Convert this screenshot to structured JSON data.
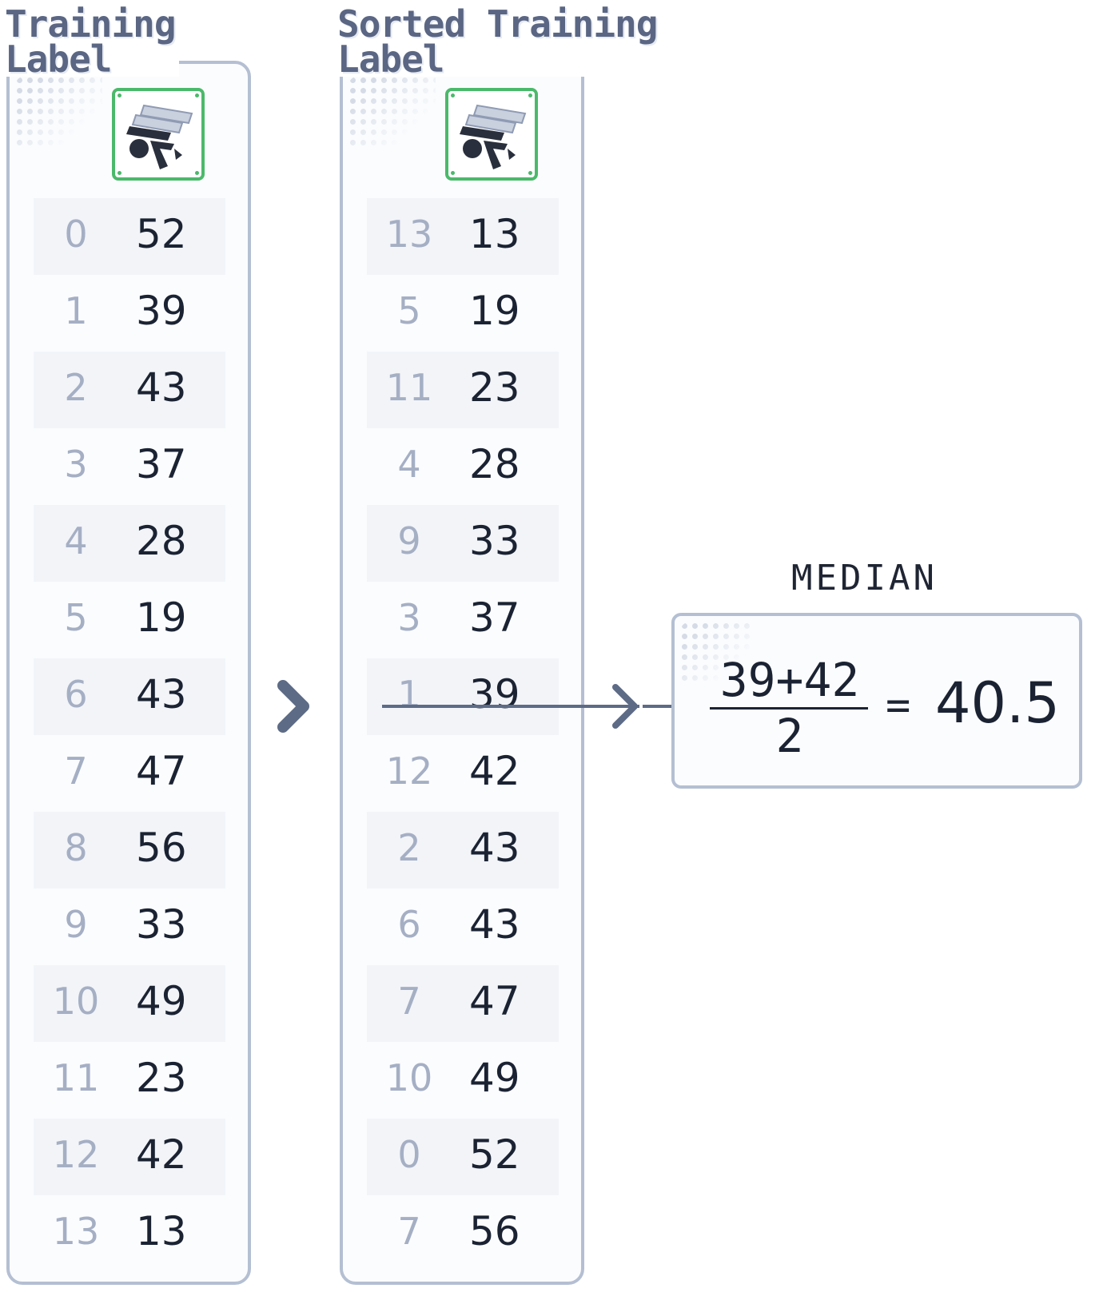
{
  "columns": [
    {
      "title_line1": "Training",
      "title_line2": "Label",
      "rows": [
        {
          "index": "0",
          "value": "52"
        },
        {
          "index": "1",
          "value": "39"
        },
        {
          "index": "2",
          "value": "43"
        },
        {
          "index": "3",
          "value": "37"
        },
        {
          "index": "4",
          "value": "28"
        },
        {
          "index": "5",
          "value": "19"
        },
        {
          "index": "6",
          "value": "43"
        },
        {
          "index": "7",
          "value": "47"
        },
        {
          "index": "8",
          "value": "56"
        },
        {
          "index": "9",
          "value": "33"
        },
        {
          "index": "10",
          "value": "49"
        },
        {
          "index": "11",
          "value": "23"
        },
        {
          "index": "12",
          "value": "42"
        },
        {
          "index": "13",
          "value": "13"
        }
      ]
    },
    {
      "title_line1": "Sorted Training",
      "title_line2": "Label",
      "rows": [
        {
          "index": "13",
          "value": "13"
        },
        {
          "index": "5",
          "value": "19"
        },
        {
          "index": "11",
          "value": "23"
        },
        {
          "index": "4",
          "value": "28"
        },
        {
          "index": "9",
          "value": "33"
        },
        {
          "index": "3",
          "value": "37"
        },
        {
          "index": "1",
          "value": "39"
        },
        {
          "index": "12",
          "value": "42"
        },
        {
          "index": "2",
          "value": "43"
        },
        {
          "index": "6",
          "value": "43"
        },
        {
          "index": "7",
          "value": "47"
        },
        {
          "index": "10",
          "value": "49"
        },
        {
          "index": "0",
          "value": "52"
        },
        {
          "index": "7",
          "value": "56"
        }
      ]
    }
  ],
  "median": {
    "label": "MEDIAN",
    "numerator": "39+42",
    "denominator": "2",
    "equals": "=",
    "result": "40.5"
  },
  "icons": {
    "column_icon": "running-figure-icon",
    "arrow": "chevron-right-icon"
  },
  "colors": {
    "border": "#b4bfd2",
    "icon_frame": "#4bb96b",
    "title": "#5a6683",
    "arrow": "#5d6b86"
  }
}
